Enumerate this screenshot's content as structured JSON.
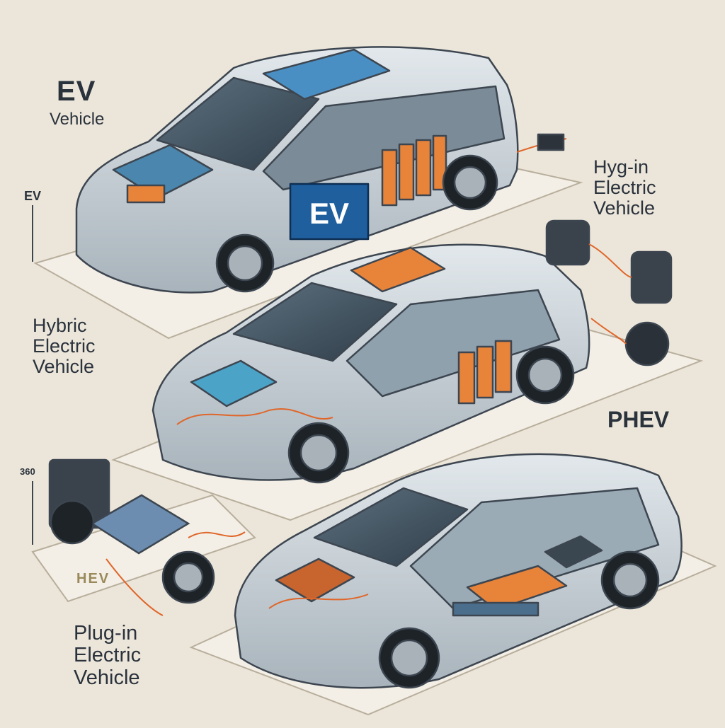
{
  "labels": {
    "ev_title": "EV",
    "ev_subtitle": "Vehicle",
    "ev_small": "EV",
    "door_badge": "EV",
    "hyg_line1": "Hyg-in",
    "hyg_line2": "Electric",
    "hyg_line3": "Vehicle",
    "hybrid_line1": "Hybric",
    "hybrid_line2": "Electric",
    "hybrid_line3": "Vehicle",
    "phev": "PHEV",
    "small_360": "360",
    "hev_floor": "HEV",
    "plug_line1": "Plug-in",
    "plug_line2": "Electric",
    "plug_line3": "Vehicle"
  },
  "colors": {
    "background": "#ece6da",
    "car_body": "#c9d2d8",
    "battery_orange": "#e8833a",
    "battery_blue": "#4a8fc4",
    "badge_blue": "#1f5f9e",
    "wiring": "#e0662a",
    "tire": "#1e2328"
  }
}
